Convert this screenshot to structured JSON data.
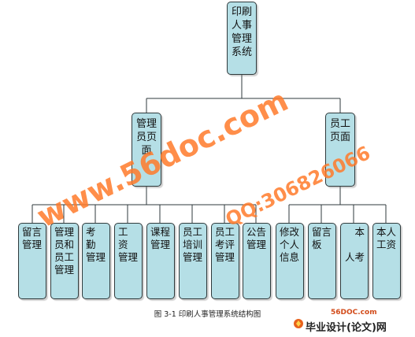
{
  "root": {
    "label": "印刷\n人事\n管理\n系统"
  },
  "branches": [
    {
      "id": "admin",
      "label": "管理\n员页\n面",
      "children": [
        "留言\n管理",
        "管理\n员和\n员工\n管理",
        "考 勤\n管理",
        "工 资\n管理",
        "课程\n管理",
        "员工\n培训\n管理",
        "员工\n考评\n管理",
        "公告\n管理"
      ]
    },
    {
      "id": "staff",
      "label": "员工\n页面",
      "children": [
        "修改\n个人\n信息",
        "留言\n板",
        "本\n\n人考",
        "本人\n工资"
      ]
    }
  ],
  "caption": "图 3-1 印刷人事管理系统结构图",
  "watermarks": {
    "site": "www.56doc.com",
    "qq": "QQ:306826066",
    "logo_domain": "56DOC.com",
    "logo_name": "毕业设计(论文)网"
  },
  "colors": {
    "box_fill": "#b5dfe6",
    "box_border": "#2f3a3c",
    "watermark": "#ff7b2b"
  }
}
